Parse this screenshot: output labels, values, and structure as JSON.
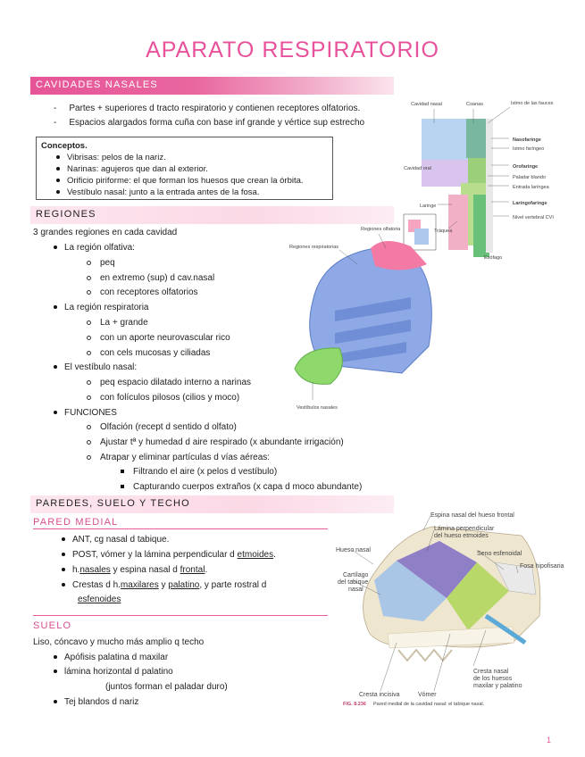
{
  "title": "APARATO  RESPIRATORIO",
  "sections": {
    "cavidades": {
      "heading": "CAVIDADES NASALES",
      "bullets": [
        "Partes + superiores d tracto respiratorio y contienen receptores olfatorios.",
        "Espacios alargados forma cuña con base inf grande y vértice sup estrecho"
      ],
      "conceptos": {
        "heading": "Conceptos.",
        "items": [
          "Vibrisas: pelos de la nariz.",
          "Narinas: agujeros que dan al exterior.",
          "Orificio piriforme: el que forman los huesos que crean la órbita.",
          "Vestíbulo nasal: junto a la entrada antes de la fosa."
        ]
      }
    },
    "regiones": {
      "heading": "REGIONES",
      "intro": "3 grandes regiones en cada cavidad",
      "olfativa": {
        "label": "La región olfativa:",
        "items": [
          "peq",
          "en extremo (sup) d cav.nasal",
          "con receptores olfatorios"
        ]
      },
      "respiratoria": {
        "label": "La región respiratoria",
        "items": [
          "La + grande",
          "con un aporte neurovascular rico",
          "con cels mucosas y ciliadas"
        ]
      },
      "vestibulo": {
        "label": "El vestíbulo nasal:",
        "items": [
          "peq espacio dilatado interno a narinas",
          "con folículos pilosos (cilios y moco)"
        ]
      },
      "funciones": {
        "label": "FUNCIONES",
        "items": [
          "Olfación (recept d sentido d olfato)",
          "Ajustar tª y humedad d aire respirado (x abundante irrigación)",
          "Atrapar y eliminar partículas d vías aéreas:"
        ],
        "subitems": [
          "Filtrando el aire (x  pelos d vestíbulo)",
          "Capturando cuerpos extraños (x capa d moco abundante)"
        ]
      }
    },
    "paredes": {
      "heading": "PAREDES, SUELO Y TECHO",
      "medial": {
        "heading": "PARED MEDIAL",
        "items": [
          "ANT, cg nasal d tabique.",
          "POST, vómer y la lámina perpendicular d ",
          "h.",
          " y espina nasal d ",
          "Crestas d h.",
          "maxilares",
          " y ",
          "palatino",
          ", y parte rostral d",
          "esfenoides"
        ],
        "i2_u": "etmoides",
        "i2_end": ".",
        "i3_u1": "nasales",
        "i3_u2": "frontal",
        "i3_end": "."
      },
      "suelo": {
        "heading": "SUELO",
        "intro": "Liso, cóncavo y mucho más amplio q techo",
        "items": [
          "Apófisis palatina d maxilar",
          "lámina horizontal d palatino",
          "(juntos forman el paladar duro)",
          "Tej blandos d nariz"
        ]
      }
    }
  },
  "figure1": {
    "labels": [
      "Cavidad nasal",
      "Coanas",
      "Istmo de las fauces",
      "Nasofaringe",
      "Istmo faríngeo",
      "Orofaringe",
      "Paladar blando",
      "Entrada laríngea",
      "Laringofaringe",
      "Nivel vertebral CVI",
      "Cavidad oral",
      "Laringe",
      "Tráquea",
      "Esófago"
    ]
  },
  "figure2": {
    "labels": [
      "Regiones olfatoria",
      "Regiones respiratorias",
      "Vestíbulos nasales"
    ]
  },
  "figure3": {
    "labels": [
      "Espina nasal del hueso frontal",
      "Lámina perpendicular",
      "del hueso etmoides",
      "Seno esfenoidal",
      "Hueso nasal",
      "Fosa hipofisaria",
      "Cartílago",
      "del tabique",
      "nasal",
      "Cresta nasal",
      "de los huesos",
      "maxilar y palatino",
      "Cresta incisiva",
      "Vómer"
    ],
    "caption_num": "FIG. 8.236",
    "caption": "Pared medial de la cavidad nasal: el tabique nasal."
  },
  "page_number": "1",
  "colors": {
    "accent": "#e8529c",
    "bar": "#e65597",
    "light_bar": "#fde6ef"
  }
}
